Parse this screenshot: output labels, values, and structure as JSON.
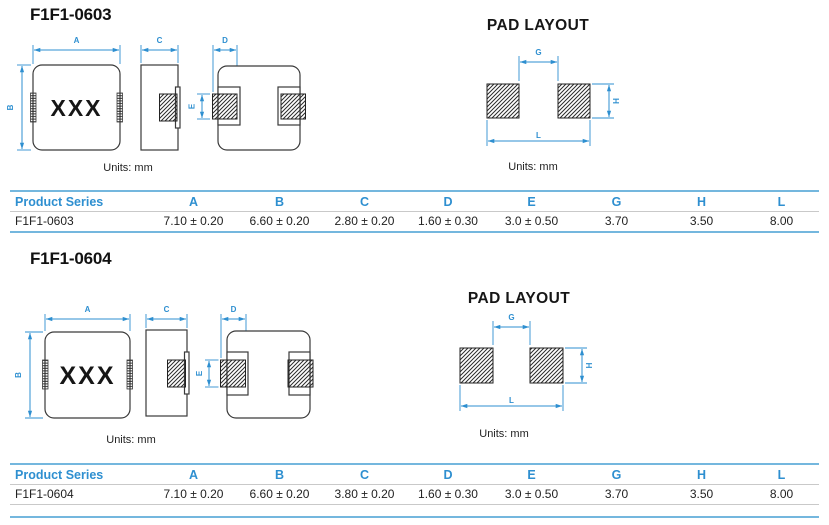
{
  "colors": {
    "accent_blue": "#2e8fd0",
    "table_border_blue": "#74b7de",
    "separator_gray": "#c9c9c9",
    "drawing_line": "#3a3a3a"
  },
  "sections": [
    {
      "title": "F1F1-0603",
      "marking": "XXX",
      "drawing_units": "Units: mm",
      "pad_layout_title": "PAD LAYOUT",
      "pad_layout_units": "Units: mm",
      "dims": {
        "a": "A",
        "b": "B",
        "c": "C",
        "d": "D",
        "e": "E",
        "g": "G",
        "h": "H",
        "l": "L"
      },
      "table": {
        "headers": [
          "Product Series",
          "A",
          "B",
          "C",
          "D",
          "E",
          "G",
          "H",
          "L"
        ],
        "row": [
          "F1F1-0603",
          "7.10 ± 0.20",
          "6.60 ± 0.20",
          "2.80 ± 0.20",
          "1.60 ± 0.30",
          "3.0 ± 0.50",
          "3.70",
          "3.50",
          "8.00"
        ]
      }
    },
    {
      "title": "F1F1-0604",
      "marking": "XXX",
      "drawing_units": "Units: mm",
      "pad_layout_title": "PAD LAYOUT",
      "pad_layout_units": "Units: mm",
      "dims": {
        "a": "A",
        "b": "B",
        "c": "C",
        "d": "D",
        "e": "E",
        "g": "G",
        "h": "H",
        "l": "L"
      },
      "table": {
        "headers": [
          "Product Series",
          "A",
          "B",
          "C",
          "D",
          "E",
          "G",
          "H",
          "L"
        ],
        "row": [
          "F1F1-0604",
          "7.10 ± 0.20",
          "6.60 ± 0.20",
          "3.80 ± 0.20",
          "1.60 ± 0.30",
          "3.0 ± 0.50",
          "3.70",
          "3.50",
          "8.00"
        ]
      }
    }
  ]
}
